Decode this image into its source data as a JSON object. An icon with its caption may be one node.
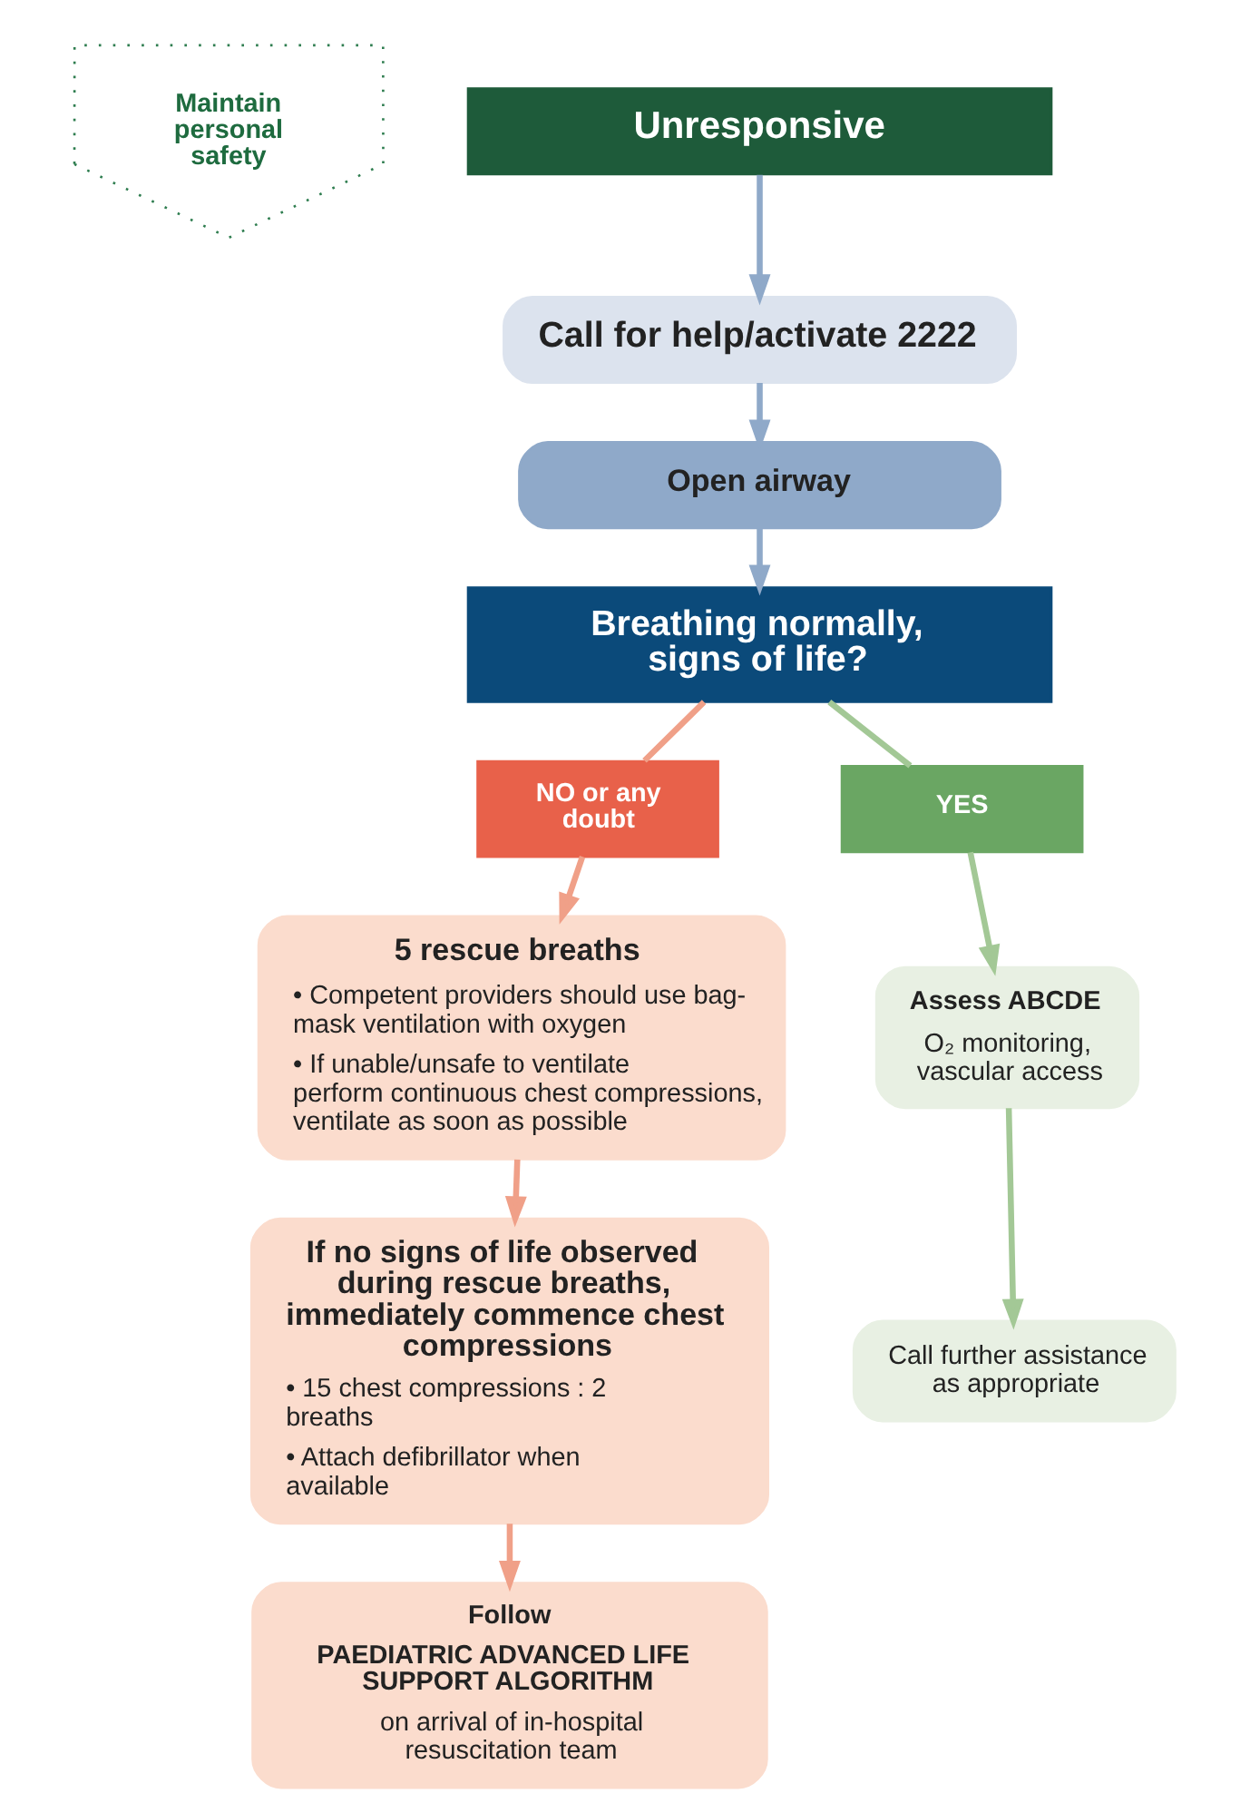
{
  "diagram": {
    "nodes": [
      {
        "text": [
          "Maintain personal safety"
        ]
      },
      {
        "text": [
          "Unresponsive"
        ]
      },
      {
        "text": [
          "Call for help/activate 2222"
        ]
      },
      {
        "text": [
          "Open airway"
        ]
      },
      {
        "text": [
          "Breathing normally, signs of life?"
        ]
      },
      {
        "text": [
          "NO or any doubt"
        ]
      },
      {
        "text": [
          "YES"
        ]
      },
      {
        "text": [
          "5 rescue breaths",
          "• Competent providers should use bag-mask ventilation with oxygen",
          "• If unable/unsafe to ventilate perform continuous chest compressions, ventilate as soon as possible"
        ]
      },
      {
        "text": [
          "Assess ABCDE",
          "O₂ monitoring, vascular access"
        ]
      },
      {
        "text": [
          "Call further assistance as appropriate"
        ]
      },
      {
        "text": [
          "If no signs of life observed during rescue breaths, immediately commence chest compressions",
          "• 15 chest compressions : 2 breaths",
          "• Attach defibrillator when available"
        ]
      },
      {
        "text": [
          "Follow",
          "PAEDIATRIC ADVANCED LIFE SUPPORT ALGORITHM",
          "on arrival of in-hospital resuscitation team"
        ]
      }
    ],
    "edges": [
      {
        "from": 1,
        "to": 2,
        "arrow": "to",
        "color": "#8fa9c9"
      },
      {
        "from": 2,
        "to": 3,
        "arrow": "to",
        "color": "#8fa9c9"
      },
      {
        "from": 3,
        "to": 4,
        "arrow": "to",
        "color": "#8fa9c9"
      },
      {
        "from": 4,
        "to": 5,
        "arrow": "none"
      },
      {
        "from": 4,
        "to": 6,
        "arrow": "none",
        "color": "#a3c896"
      },
      {
        "from": 5,
        "to": 7,
        "arrow": "to"
      },
      {
        "from": 6,
        "to": 8,
        "arrow": "to",
        "color": "#a3c896"
      },
      {
        "from": 8,
        "to": 9,
        "arrow": "to",
        "color": "#a3c896"
      },
      {
        "from": 7,
        "to": 10,
        "arrow": "to"
      },
      {
        "from": 10,
        "to": 11,
        "arrow": "to"
      }
    ]
  }
}
